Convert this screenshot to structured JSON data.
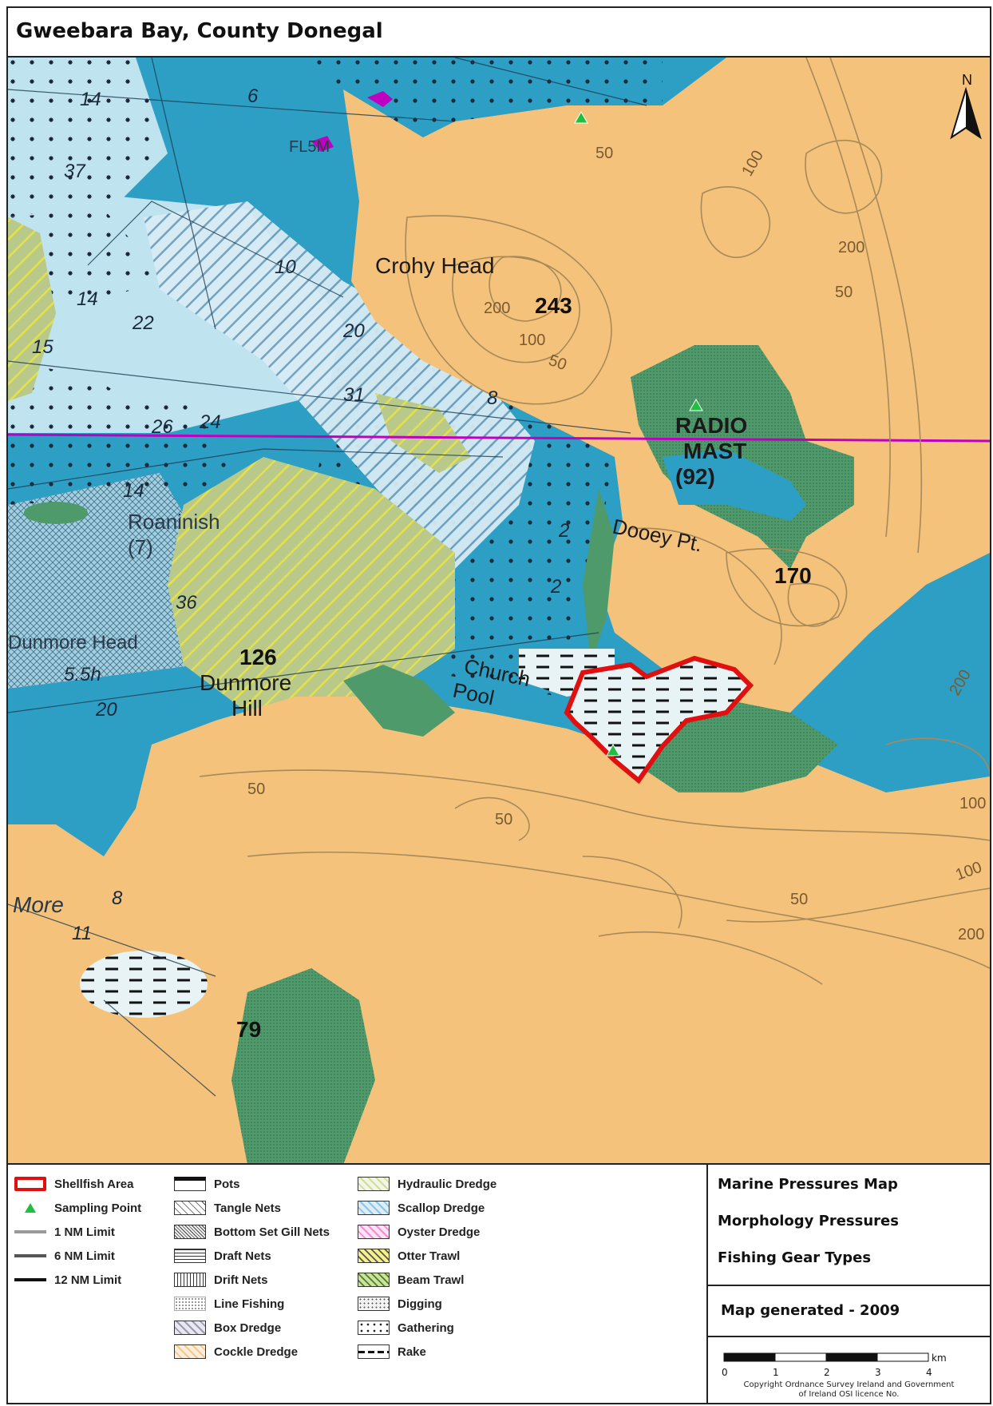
{
  "title": "Gweebara Bay, County Donegal",
  "colors": {
    "land": "#f4c27a",
    "sea_deep": "#2d9ec4",
    "sea_mid": "#6fc3dd",
    "sea_light": "#bfe3ef",
    "intertidal": "#4f9a6b",
    "shellfish_outline": "#e01010",
    "sampling": "#1fbf3f",
    "contour": "#a88a5a",
    "magenta": "#c000c0"
  },
  "map": {
    "place_labels": {
      "crohy_head": "Crohy Head",
      "radio_mast": "RADIO",
      "radio_mast_2": "MAST",
      "radio_mast_3": "(92)",
      "dooey_pt": "Dooey Pt.",
      "church_pool": "Church",
      "church_pool_2": "Pool",
      "dunmore_hill": "Dunmore",
      "dunmore_hill_2": "Hill",
      "dunmore_head": "Dunmore Head",
      "roaninish": "Roaninish",
      "roaninish_2": "(7)",
      "more": "More",
      "fl5m": "FL5M"
    },
    "heights": [
      "243",
      "170",
      "126",
      "79"
    ],
    "contours": [
      "50",
      "100",
      "200",
      "50",
      "100",
      "50",
      "200",
      "100",
      "50",
      "50",
      "200",
      "100",
      "50",
      "200"
    ],
    "soundings": [
      "14",
      "37",
      "14",
      "22",
      "15",
      "20",
      "26",
      "8",
      "14",
      "2",
      "36",
      "5.5h",
      "20",
      "8",
      "11",
      "24",
      "6",
      "2",
      "31",
      "10"
    ],
    "north_label": "N"
  },
  "legend": {
    "col1": [
      {
        "label": "Shellfish Area",
        "icon": "red-outline-box"
      },
      {
        "label": "Sampling Point",
        "icon": "green-triangle"
      },
      {
        "label": "1 NM Limit",
        "icon": "grey-line"
      },
      {
        "label": "6 NM Limit",
        "icon": "dark-grey-line"
      },
      {
        "label": "12 NM Limit",
        "icon": "black-line"
      }
    ],
    "col2": [
      {
        "label": "Pots",
        "icon": "pots-pattern"
      },
      {
        "label": "Tangle Nets",
        "icon": "tangle-nets-pattern"
      },
      {
        "label": "Bottom Set Gill Nets",
        "icon": "gill-nets-pattern"
      },
      {
        "label": "Draft Nets",
        "icon": "draft-nets-pattern"
      },
      {
        "label": "Drift Nets",
        "icon": "drift-nets-pattern"
      },
      {
        "label": "Line Fishing",
        "icon": "line-fishing-pattern"
      },
      {
        "label": "Box Dredge",
        "icon": "box-dredge-pattern"
      },
      {
        "label": "Cockle Dredge",
        "icon": "cockle-dredge-pattern"
      }
    ],
    "col3": [
      {
        "label": "Hydraulic Dredge",
        "icon": "hydraulic-dredge-pattern"
      },
      {
        "label": "Scallop Dredge",
        "icon": "scallop-dredge-pattern"
      },
      {
        "label": "Oyster Dredge",
        "icon": "oyster-dredge-pattern"
      },
      {
        "label": "Otter Trawl",
        "icon": "otter-trawl-pattern"
      },
      {
        "label": "Beam Trawl",
        "icon": "beam-trawl-pattern"
      },
      {
        "label": "Digging",
        "icon": "digging-pattern"
      },
      {
        "label": "Gathering",
        "icon": "gathering-pattern"
      },
      {
        "label": "Rake",
        "icon": "rake-pattern"
      }
    ]
  },
  "info": {
    "line1": "Marine Pressures Map",
    "line2": "Morphology Pressures",
    "line3": "Fishing Gear Types",
    "generated": "Map generated - 2009",
    "scale_unit": "km",
    "scale_ticks": [
      "0",
      "1",
      "2",
      "3",
      "4"
    ],
    "copyright_1": "Copyright Ordnance Survey Ireland and Government",
    "copyright_2": "of Ireland OSI licence No."
  }
}
